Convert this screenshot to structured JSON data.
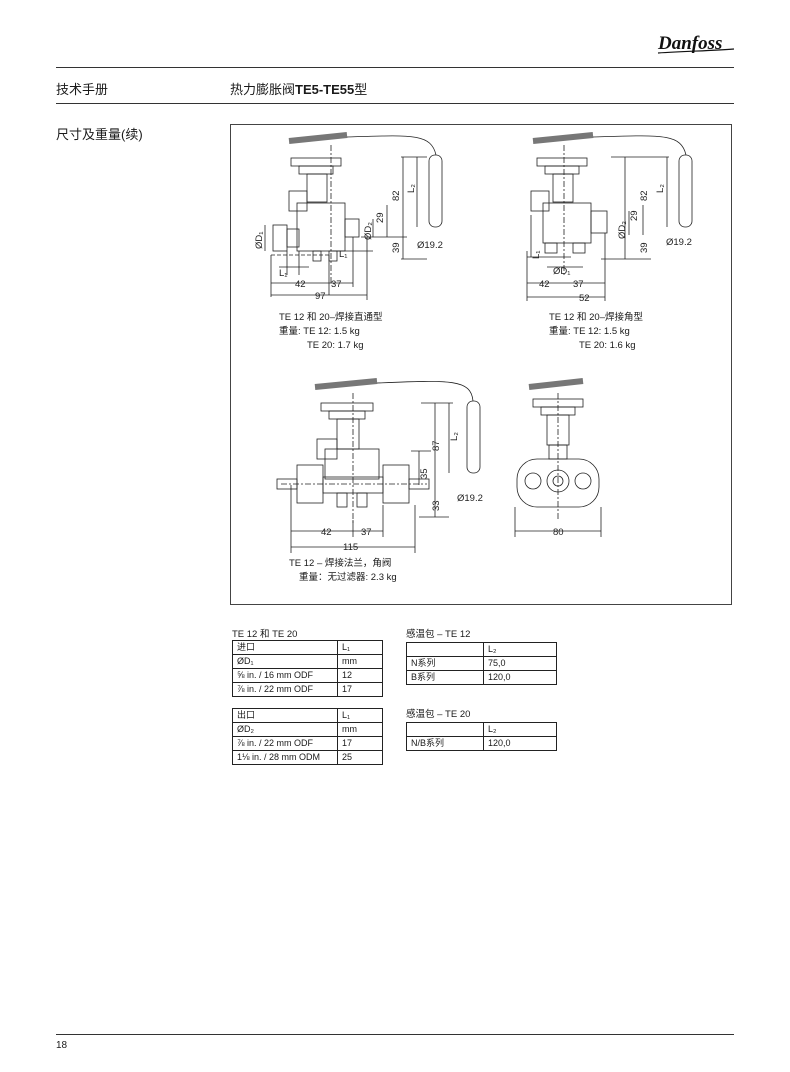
{
  "brand": {
    "logo_text": "Danfoss"
  },
  "header": {
    "left": "技术手册",
    "right_prefix": "热力膨胀阀",
    "right_bold": "TE5-TE55",
    "right_suffix": "型"
  },
  "section_title": "尺寸及重量(续)",
  "figures": {
    "fig1": {
      "caption": "TE 12 和 20–焊接直通型",
      "weight_label": "重量:",
      "weight1": "TE 12: 1.5 kg",
      "weight2": "TE 20: 1.7 kg",
      "dims": {
        "d82": "82",
        "dl2": "L₂",
        "d29": "29",
        "dd2": "ØD₂",
        "d39": "39",
        "d192": "Ø19.2",
        "dd1": "ØD₁",
        "dl1a": "L₁",
        "dl1b": "L₁",
        "d42": "42",
        "d37": "37",
        "d97": "97"
      }
    },
    "fig2": {
      "caption": "TE 12 和 20–焊接角型",
      "weight_label": "重量:",
      "weight1": "TE 12: 1.5 kg",
      "weight2": "TE 20: 1.6 kg",
      "dims": {
        "d82": "82",
        "dl2": "L₂",
        "d29": "29",
        "dd2": "ØD₂",
        "d39": "39",
        "d192": "Ø19.2",
        "dl1": "L₁",
        "dd1": "ØD₁",
        "d42": "42",
        "d37": "37",
        "d52": "52"
      }
    },
    "fig3": {
      "caption": "TE 12 – 焊接法兰，角阀",
      "weight": "重量：无过滤器: 2.3 kg",
      "dims": {
        "d87": "87",
        "dl2": "L₂",
        "d35": "35",
        "d33": "33",
        "d192": "Ø19.2",
        "d42": "42",
        "d37": "37",
        "d115": "115"
      }
    },
    "fig4": {
      "dims": {
        "d80": "80"
      }
    }
  },
  "table1": {
    "title": "TE 12 和 TE 20",
    "rows": [
      [
        "进口",
        "L₁"
      ],
      [
        "ØD₁",
        "mm"
      ],
      [
        "⅝ in. / 16 mm ODF",
        "12"
      ],
      [
        "⅞ in. / 22 mm ODF",
        "17"
      ]
    ]
  },
  "table2": {
    "rows": [
      [
        "出口",
        "L₁"
      ],
      [
        "ØD₂",
        "mm"
      ],
      [
        "⅞ in. / 22 mm ODF",
        "17"
      ],
      [
        "1⅛ in. / 28 mm ODM",
        "25"
      ]
    ]
  },
  "table3": {
    "title": "感温包 – TE 12",
    "rows": [
      [
        "",
        "L₂"
      ],
      [
        "N系列",
        "75,0"
      ],
      [
        "B系列",
        "120,0"
      ]
    ]
  },
  "table4": {
    "title": "感温包 – TE 20",
    "rows": [
      [
        "",
        "L₂"
      ],
      [
        "N/B系列",
        "120,0"
      ]
    ]
  },
  "page_number": "18"
}
